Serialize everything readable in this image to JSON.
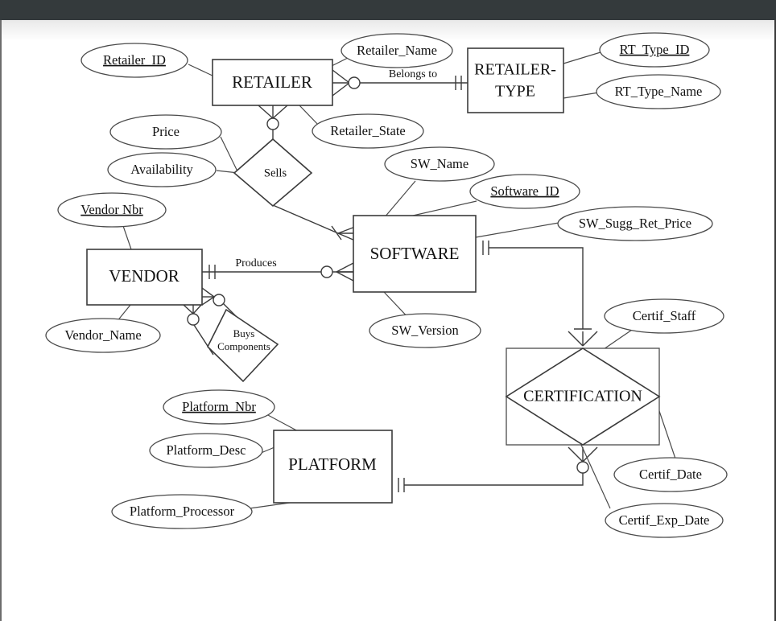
{
  "window": {
    "titlebar_color": "#343a3c",
    "page_background": "#ffffff"
  },
  "diagram": {
    "type": "entity-relationship-diagram",
    "notation": "crow's foot",
    "entities": [
      {
        "id": "retailer",
        "label": "RETAILER",
        "shape": "rectangle"
      },
      {
        "id": "retailer_type",
        "label_line1": "RETAILER-",
        "label_line2": "TYPE",
        "shape": "rectangle"
      },
      {
        "id": "software",
        "label": "SOFTWARE",
        "shape": "rectangle"
      },
      {
        "id": "vendor",
        "label": "VENDOR",
        "shape": "rectangle"
      },
      {
        "id": "platform",
        "label": "PLATFORM",
        "shape": "rectangle"
      },
      {
        "id": "certification",
        "label": "CERTIFICATION",
        "shape": "associative-entity-diamond-in-rectangle"
      }
    ],
    "relationships": [
      {
        "id": "sells",
        "label": "Sells",
        "shape": "diamond",
        "between": [
          "RETAILER",
          "SOFTWARE"
        ]
      },
      {
        "id": "buys_components",
        "label_line1": "Buys",
        "label_line2": "Components",
        "shape": "diamond",
        "between": [
          "VENDOR",
          "VENDOR"
        ]
      },
      {
        "id": "belongs_to",
        "label": "Belongs to",
        "shape": "line-verb",
        "between": [
          "RETAILER",
          "RETAILER-TYPE"
        ]
      },
      {
        "id": "produces",
        "label": "Produces",
        "shape": "line-verb",
        "between": [
          "VENDOR",
          "SOFTWARE"
        ]
      },
      {
        "id": "software_certification",
        "label": "",
        "shape": "line",
        "between": [
          "SOFTWARE",
          "CERTIFICATION"
        ]
      },
      {
        "id": "platform_certification",
        "label": "",
        "shape": "line",
        "between": [
          "PLATFORM",
          "CERTIFICATION"
        ]
      }
    ],
    "attributes": [
      {
        "id": "retailer_id",
        "label": "Retailer_ID",
        "key": true,
        "owner": "RETAILER"
      },
      {
        "id": "retailer_name",
        "label": "Retailer_Name",
        "key": false,
        "owner": "RETAILER"
      },
      {
        "id": "retailer_state",
        "label": "Retailer_State",
        "key": false,
        "owner": "RETAILER"
      },
      {
        "id": "rt_type_id",
        "label": "RT_Type_ID",
        "key": true,
        "owner": "RETAILER-TYPE"
      },
      {
        "id": "rt_type_name",
        "label": "RT_Type_Name",
        "key": false,
        "owner": "RETAILER-TYPE"
      },
      {
        "id": "price",
        "label": "Price",
        "key": false,
        "owner": "Sells"
      },
      {
        "id": "availability",
        "label": "Availability",
        "key": false,
        "owner": "Sells"
      },
      {
        "id": "vendor_nbr",
        "label": "Vendor Nbr",
        "key": true,
        "owner": "VENDOR"
      },
      {
        "id": "vendor_name",
        "label": "Vendor_Name",
        "key": false,
        "owner": "VENDOR"
      },
      {
        "id": "sw_name",
        "label": "SW_Name",
        "key": false,
        "owner": "SOFTWARE"
      },
      {
        "id": "software_id",
        "label": "Software_ID",
        "key": true,
        "owner": "SOFTWARE"
      },
      {
        "id": "sw_sugg_ret_price",
        "label": "SW_Sugg_Ret_Price",
        "key": false,
        "owner": "SOFTWARE"
      },
      {
        "id": "sw_version",
        "label": "SW_Version",
        "key": false,
        "owner": "SOFTWARE"
      },
      {
        "id": "platform_nbr",
        "label": "Platform_Nbr",
        "key": true,
        "owner": "PLATFORM"
      },
      {
        "id": "platform_desc",
        "label": "Platform_Desc",
        "key": false,
        "owner": "PLATFORM"
      },
      {
        "id": "platform_processor",
        "label": "Platform_Processor",
        "key": false,
        "owner": "PLATFORM"
      },
      {
        "id": "certif_staff",
        "label": "Certif_Staff",
        "key": false,
        "owner": "CERTIFICATION"
      },
      {
        "id": "certif_date",
        "label": "Certif_Date",
        "key": false,
        "owner": "CERTIFICATION"
      },
      {
        "id": "certif_exp_date",
        "label": "Certif_Exp_Date",
        "key": false,
        "owner": "CERTIFICATION"
      }
    ]
  }
}
